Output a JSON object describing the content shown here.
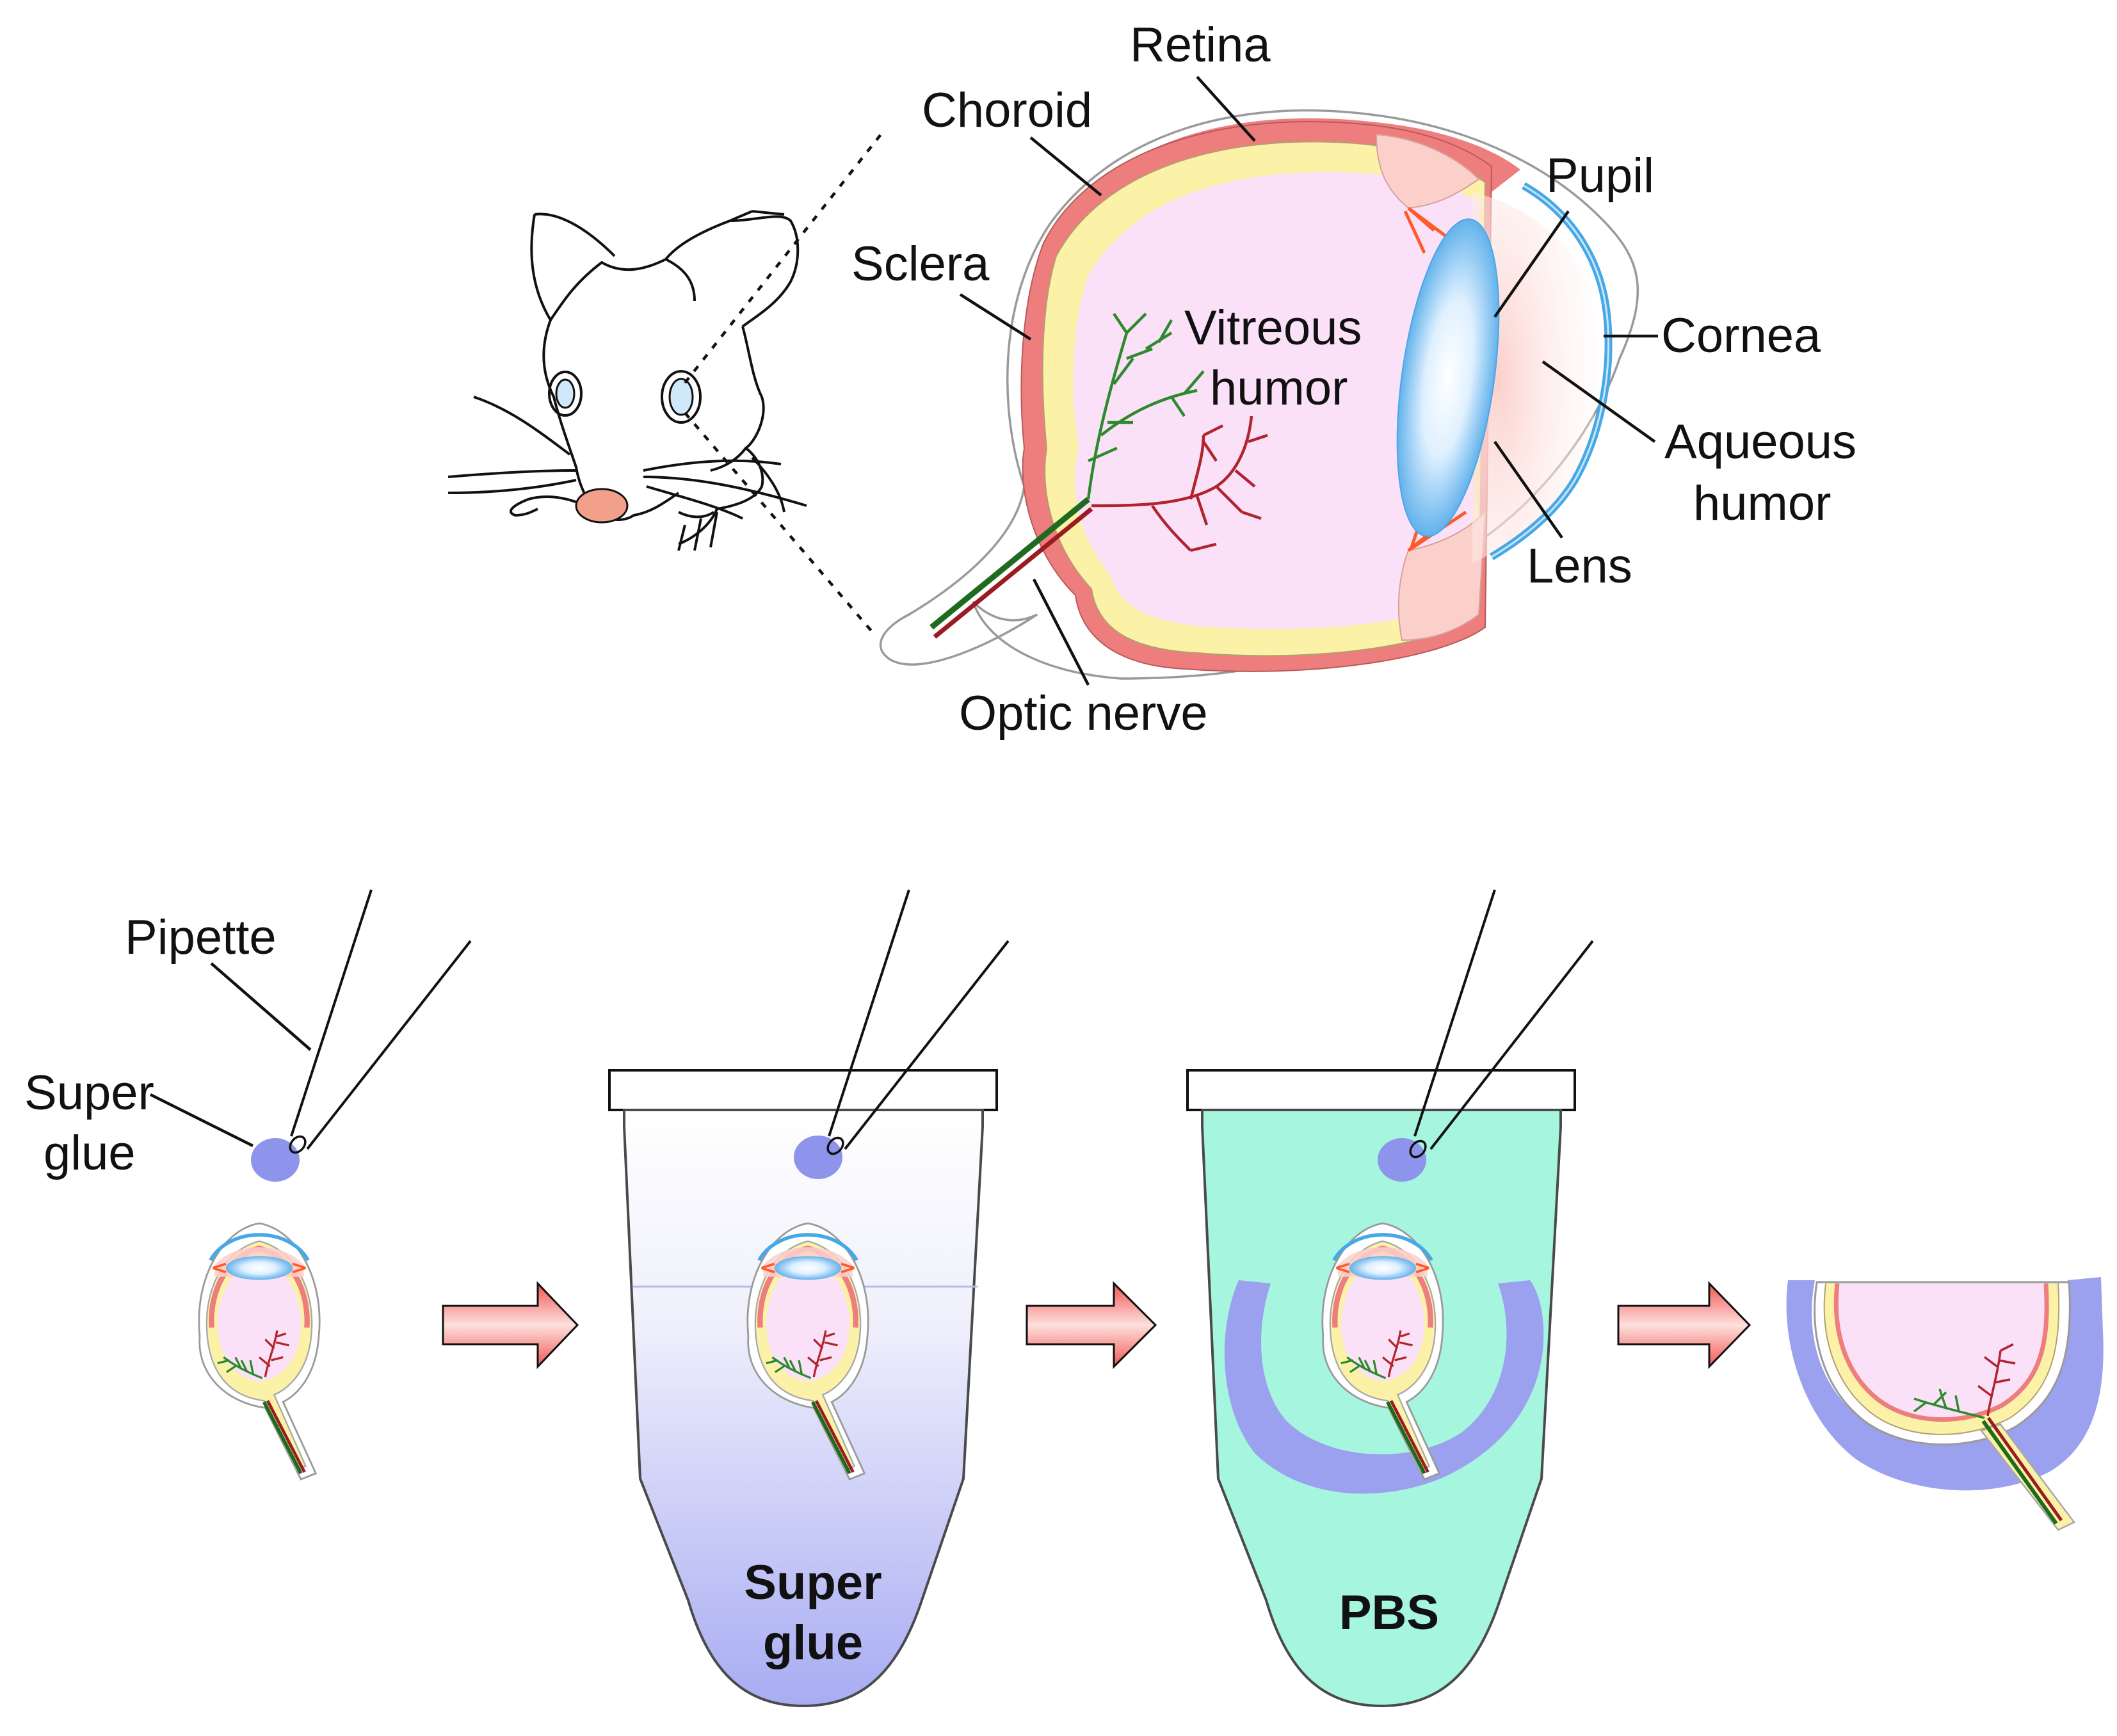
{
  "top_labels": {
    "retina": "Retina",
    "choroid": "Choroid",
    "sclera": "Sclera",
    "vitreous_line1": "Vitreous",
    "vitreous_line2": "humor",
    "pupil": "Pupil",
    "cornea": "Cornea",
    "aqueous_line1": "Aqueous",
    "aqueous_line2": "humor",
    "lens": "Lens",
    "optic_nerve": "Optic nerve"
  },
  "bottom_labels": {
    "pipette": "Pipette",
    "super_glue_line1": "Super",
    "super_glue_line2": "glue"
  },
  "tubes": {
    "tube1_line1": "Super",
    "tube1_line2": "glue",
    "tube2": "PBS"
  },
  "colors": {
    "sclera_outline": "#9a9a9a",
    "choroid": "#ee7d7d",
    "retina": "#fbf2a8",
    "vitreous": "#fbe1f8",
    "cornea": "#46a8e6",
    "lens": "#5fb4ee",
    "zonule": "#ff5a2a",
    "vessel_green": "#2c8a2c",
    "vessel_red": "#b1242e",
    "super_glue": "#8e93ec",
    "pbs": "#a6f5de",
    "arrow": "#f05a5a",
    "mouse_nose": "#f2a08a"
  }
}
